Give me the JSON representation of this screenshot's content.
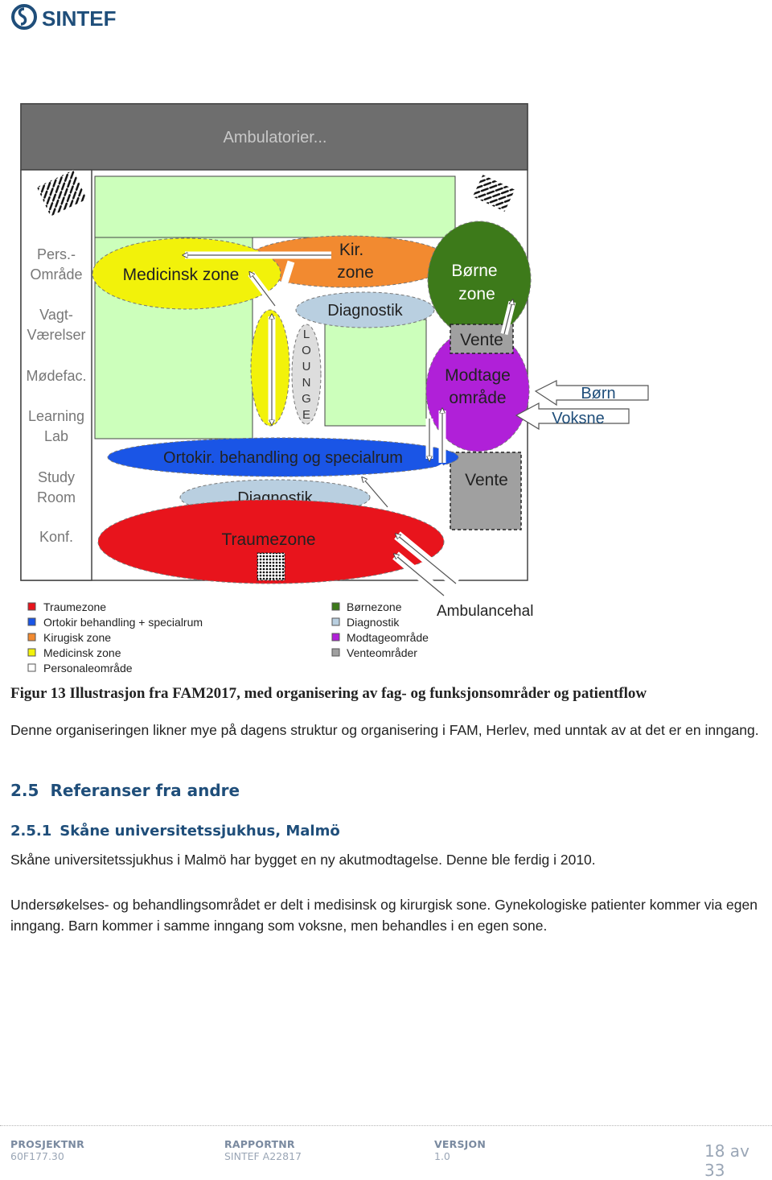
{
  "header": {
    "logo_text": "SINTEF",
    "logo_color": "#1f4e7a"
  },
  "figure": {
    "top_bar_label": "Ambulatorier...",
    "left_column": [
      "Pers.-",
      "Område",
      "Vagt-",
      "Værelser",
      "Mødefac.",
      "Learning",
      "Lab",
      "Study",
      "Room",
      "Konf."
    ],
    "zones": {
      "medicinsk": "Medicinsk zone",
      "kir_line1": "Kir.",
      "kir_line2": "zone",
      "borne_line1": "Børne",
      "borne_line2": "zone",
      "diagnostik_top": "Diagnostik",
      "lounge_letters": [
        "L",
        "O",
        "U",
        "N",
        "G",
        "E"
      ],
      "vente_top": "Vente",
      "modtage_line1": "Modtage",
      "modtage_line2": "område",
      "ortokir": "Ortokir. behandling og specialrum",
      "diagnostik_mid": "Diagnostik",
      "vente_bottom": "Vente",
      "traume": "Traumezone"
    },
    "arrow_labels": {
      "born": "Børn",
      "voksne": "Voksne",
      "ambulancehal": "Ambulancehal"
    },
    "legend_left": [
      {
        "label": "Traumezone",
        "color": "#e8141c"
      },
      {
        "label": "Ortokir behandling + specialrum",
        "color": "#1a55e6"
      },
      {
        "label": "Kirugisk zone",
        "color": "#f28a30"
      },
      {
        "label": "Medicinsk zone",
        "color": "#f2f20a"
      },
      {
        "label": "Personaleområde",
        "color": "#ffffff"
      }
    ],
    "legend_right": [
      {
        "label": "Børnezone",
        "color": "#3d7a1a"
      },
      {
        "label": "Diagnostik",
        "color": "#b9cfe0"
      },
      {
        "label": "Modtageområde",
        "color": "#b020d8"
      },
      {
        "label": "Venteområder",
        "color": "#a0a0a0"
      }
    ]
  },
  "caption": "Figur 13 Illustrasjon fra FAM2017, med organisering av fag- og funksjonsområder og patientflow",
  "paragraph1": "Denne organiseringen likner mye på dagens struktur og organisering i FAM, Herlev, med unntak av at det er en inngang.",
  "section": {
    "number": "2.5",
    "title": "Referanser fra andre"
  },
  "subsection": {
    "number": "2.5.1",
    "title": "Skåne universitetssjukhus, Malmö"
  },
  "paragraph2": "Skåne universitetssjukhus i Malmö har bygget en ny akutmodtagelse. Denne ble ferdig i 2010.",
  "paragraph3": "Undersøkelses- og behandlingsområdet er delt i medisinsk og kirurgisk sone. Gynekologiske patienter kommer via egen inngang. Barn kommer i samme inngang som voksne, men behandles i en egen sone.",
  "footer": {
    "project_label": "PROSJEKTNR",
    "project_value": "60F177.30",
    "report_label": "RAPPORTNR",
    "report_value": "SINTEF A22817",
    "version_label": "VERSJON",
    "version_value": "1.0",
    "page": "18 av 33"
  }
}
